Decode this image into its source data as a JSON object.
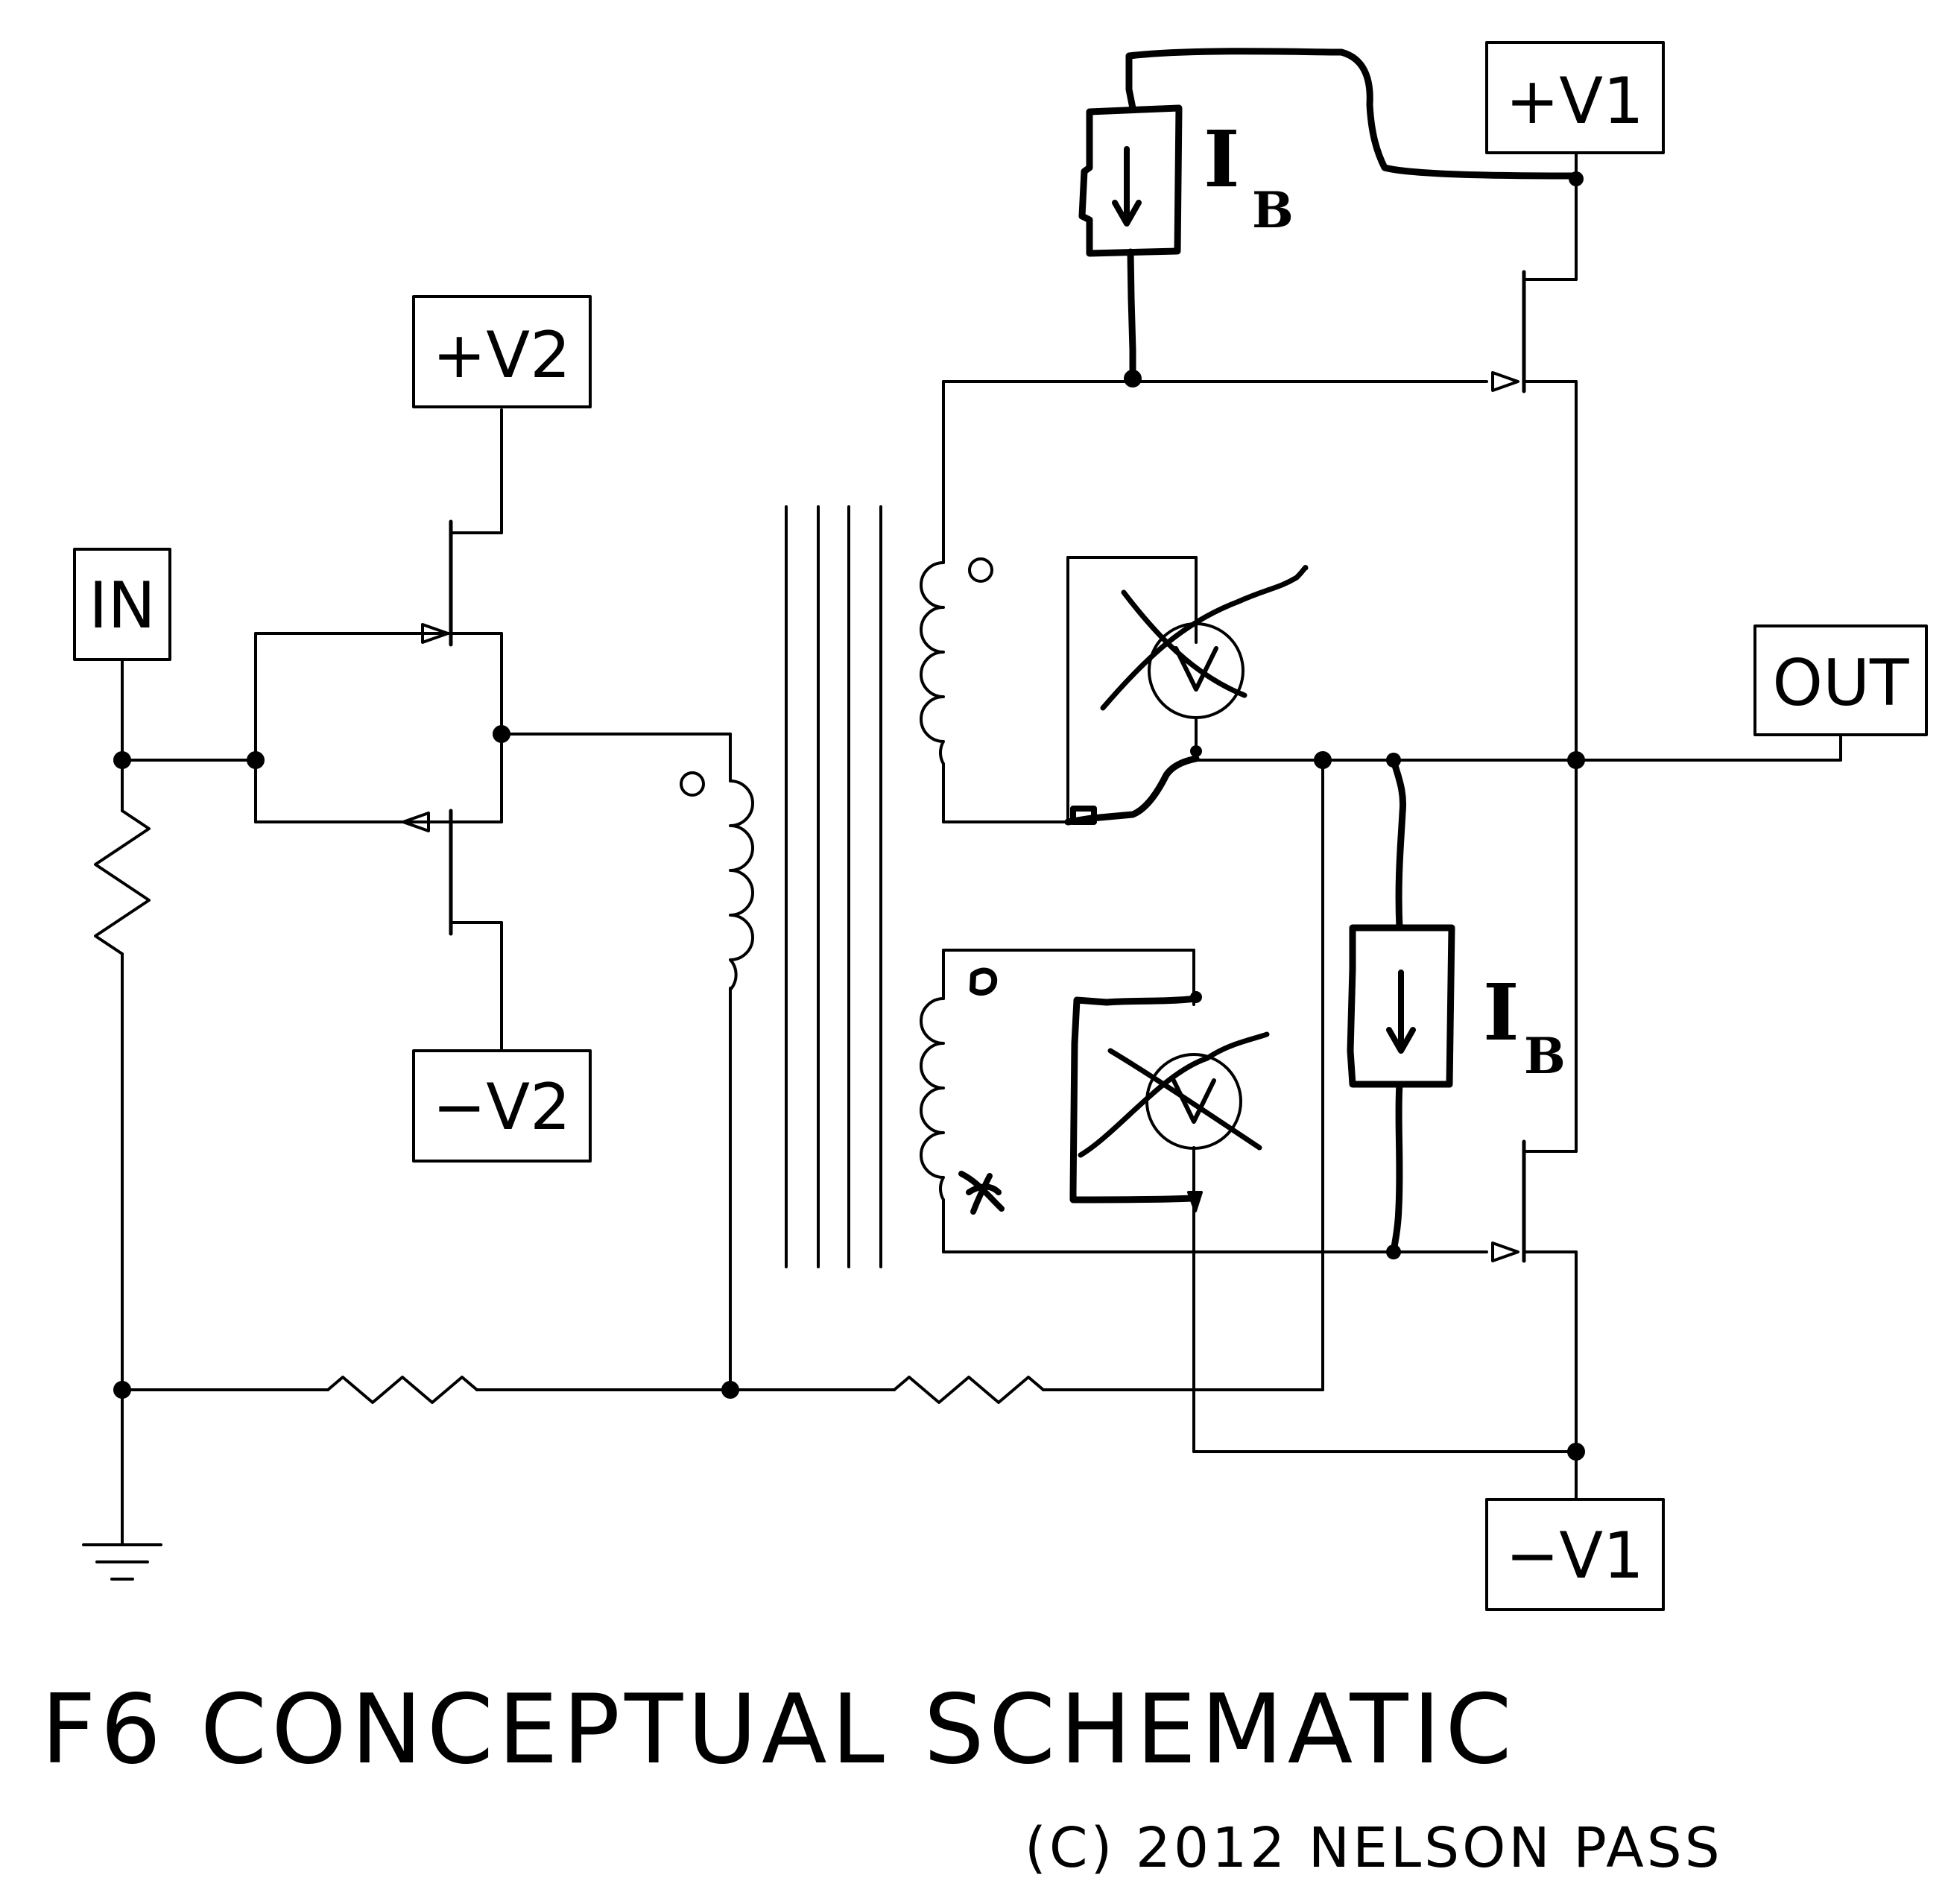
{
  "diagram": {
    "title": "F6 CONCEPTUAL SCHEMATIC",
    "credit": "(C) 2012 NELSON PASS",
    "terminals": {
      "input": "IN",
      "output": "OUT",
      "pos_v2": "+V2",
      "neg_v2": "−V2",
      "pos_v1": "+V1",
      "neg_v1": "−V1"
    },
    "bias_current_label": "I",
    "bias_current_subscript": "B"
  },
  "colors": {
    "ink": "#000000",
    "background": "#ffffff"
  }
}
